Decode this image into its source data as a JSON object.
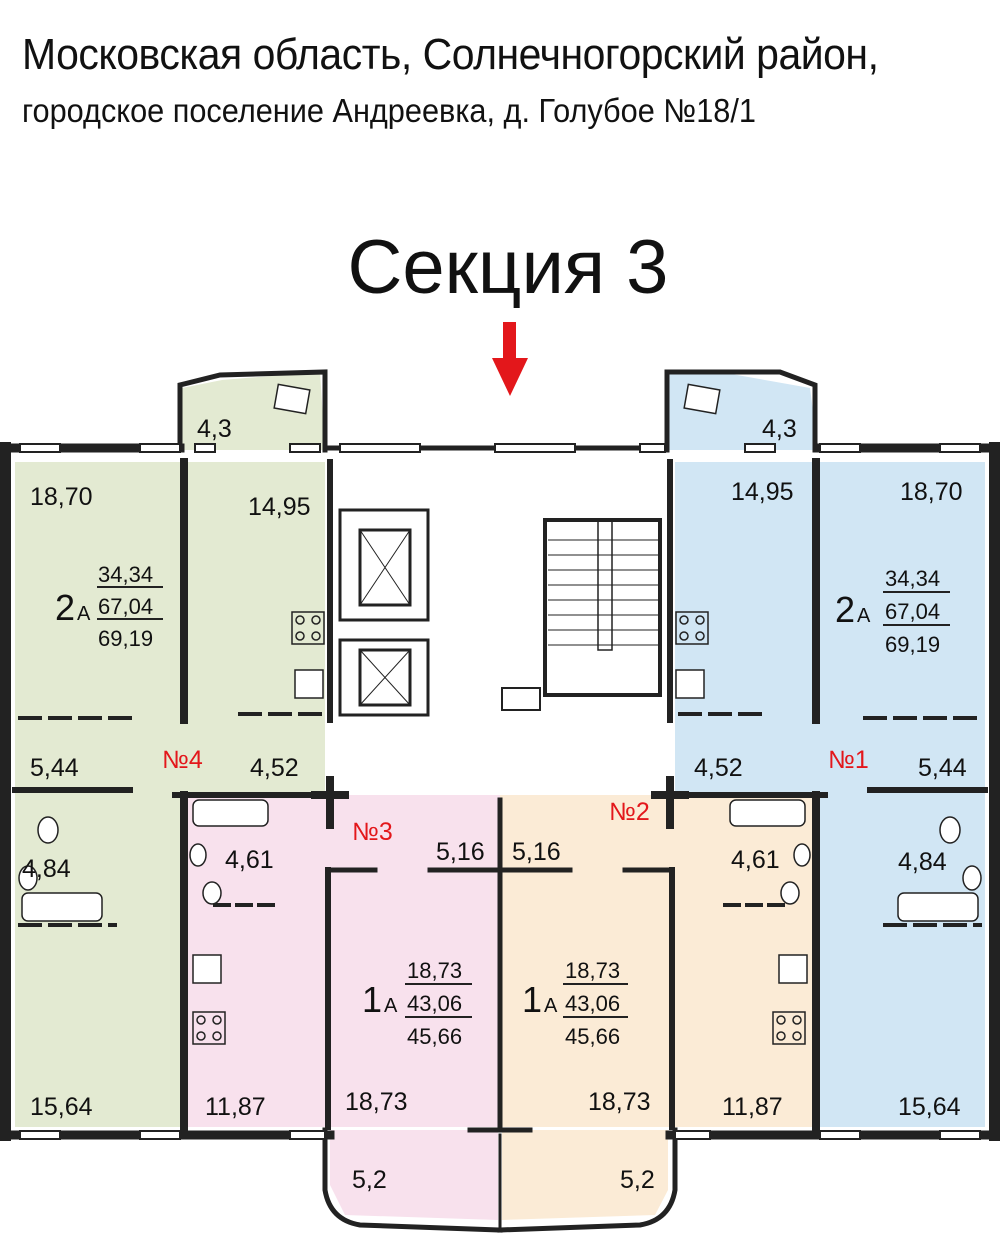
{
  "header": {
    "line1": "Московская область, Солнечногорский район,",
    "line2": "городское поселение Андреевка, д. Голубое №18/1"
  },
  "section_title": "Секция 3",
  "colors": {
    "green": "#e3ead2",
    "blue": "#d1e6f4",
    "pink": "#f8e1ed",
    "beige": "#fbebd6",
    "walls": "#222222",
    "arrow": "#e3171b",
    "apt_number": "#e3171b"
  },
  "apartments": [
    {
      "id": "apt4",
      "number": "№4",
      "rooms": "2",
      "type": "А",
      "living_area": "34,34",
      "total_area": "67,04",
      "total_area_with_balcony": "69,19",
      "rooms_areas": {
        "balcony": "4,3",
        "room_big": "18,70",
        "room_small": "14,95",
        "hall": "5,44",
        "corridor": "4,52",
        "bathroom": "4,84",
        "kitchen": "15,64"
      }
    },
    {
      "id": "apt3",
      "number": "№3",
      "rooms": "1",
      "type": "А",
      "living_area": "18,73",
      "total_area": "43,06",
      "total_area_with_balcony": "45,66",
      "rooms_areas": {
        "bathroom": "4,61",
        "hall": "5,16",
        "kitchen": "11,87",
        "room": "18,73",
        "balcony": "5,2"
      }
    },
    {
      "id": "apt2",
      "number": "№2",
      "rooms": "1",
      "type": "А",
      "living_area": "18,73",
      "total_area": "43,06",
      "total_area_with_balcony": "45,66",
      "rooms_areas": {
        "hall": "5,16",
        "bathroom": "4,61",
        "room": "18,73",
        "kitchen": "11,87",
        "balcony": "5,2"
      }
    },
    {
      "id": "apt1",
      "number": "№1",
      "rooms": "2",
      "type": "А",
      "living_area": "34,34",
      "total_area": "67,04",
      "total_area_with_balcony": "69,19",
      "rooms_areas": {
        "balcony": "4,3",
        "room_small": "14,95",
        "room_big": "18,70",
        "corridor": "4,52",
        "hall": "5,44",
        "bathroom": "4,84",
        "kitchen": "15,64"
      }
    }
  ]
}
